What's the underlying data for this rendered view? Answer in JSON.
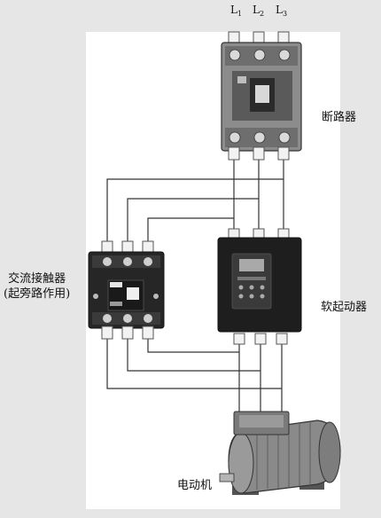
{
  "phases": [
    {
      "letter": "L",
      "sub": "1"
    },
    {
      "letter": "L",
      "sub": "2"
    },
    {
      "letter": "L",
      "sub": "3"
    }
  ],
  "components": {
    "breaker": "断路器",
    "contactor_line1": "交流接触器",
    "contactor_line2": "(起旁路作用)",
    "soft_starter": "软起动器",
    "motor": "电动机"
  },
  "colors": {
    "background": "#e6e6e6",
    "panel": "#ffffff",
    "device_dark": "#2a2a2a",
    "device_gray": "#8a8a8a",
    "wire": "#333333"
  }
}
